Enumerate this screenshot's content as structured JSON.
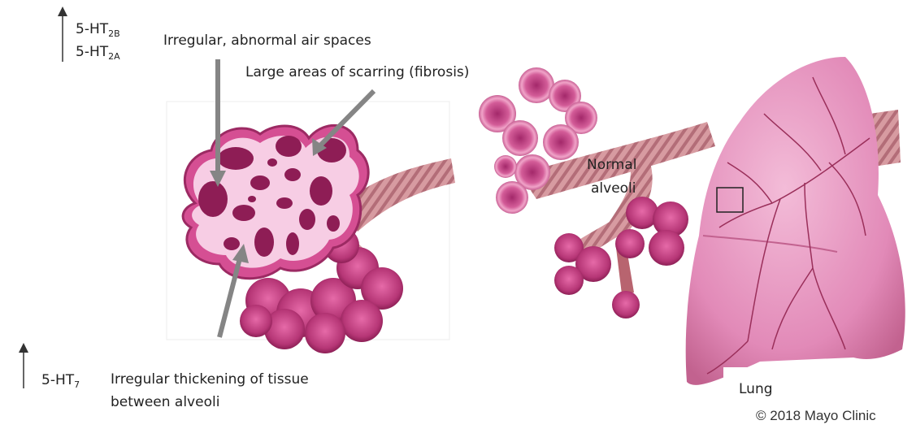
{
  "receptors_top": [
    {
      "base": "5-HT",
      "sub": "2B"
    },
    {
      "base": "5-HT",
      "sub": "2A"
    }
  ],
  "receptor_bottom": {
    "base": "5-HT",
    "sub": "7"
  },
  "labels": {
    "air_spaces": "Irregular, abnormal air spaces",
    "fibrosis": "Large areas of scarring (fibrosis)",
    "thickening_line1": "Irregular thickening of tissue",
    "thickening_line2": "between alveoli",
    "normal_line1": "Normal",
    "normal_line2": "alveoli",
    "lung": "Lung"
  },
  "copyright": "© 2018 Mayo Clinic",
  "colors": {
    "tissue_light": "#f7cde4",
    "tissue_mid": "#d9589a",
    "tissue_dark": "#8e1d55",
    "airway": "#c98c94",
    "lung": "#e79ac2",
    "vessel": "#9a2f5a",
    "arrow": "#858585"
  }
}
